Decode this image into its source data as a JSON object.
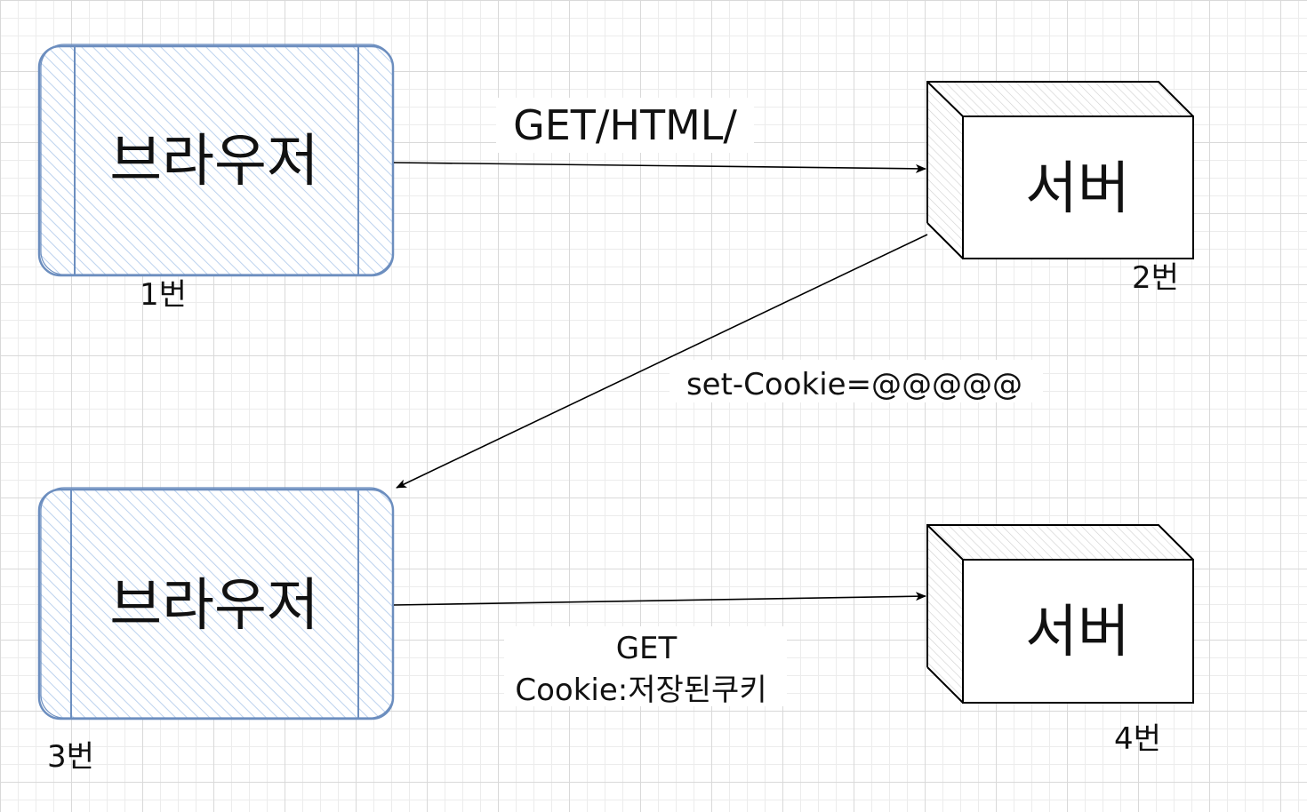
{
  "nodes": {
    "browser1": {
      "label": "브라우저",
      "caption": "1번"
    },
    "server1": {
      "label": "서버",
      "caption": "2번"
    },
    "browser2": {
      "label": "브라우저",
      "caption": "3번"
    },
    "server2": {
      "label": "서버",
      "caption": "4번"
    }
  },
  "edges": {
    "request_html": {
      "label": "GET/HTML/"
    },
    "set_cookie": {
      "label": "set-Cookie=@@@@@"
    },
    "request_with_cookie": {
      "line1": "GET",
      "line2": "Cookie:저장된쿠키"
    }
  },
  "colors": {
    "browser_stroke": "#6c8ebf",
    "browser_fill": "#dae8fc",
    "server_stroke": "#000000",
    "edge_stroke": "#000000"
  }
}
